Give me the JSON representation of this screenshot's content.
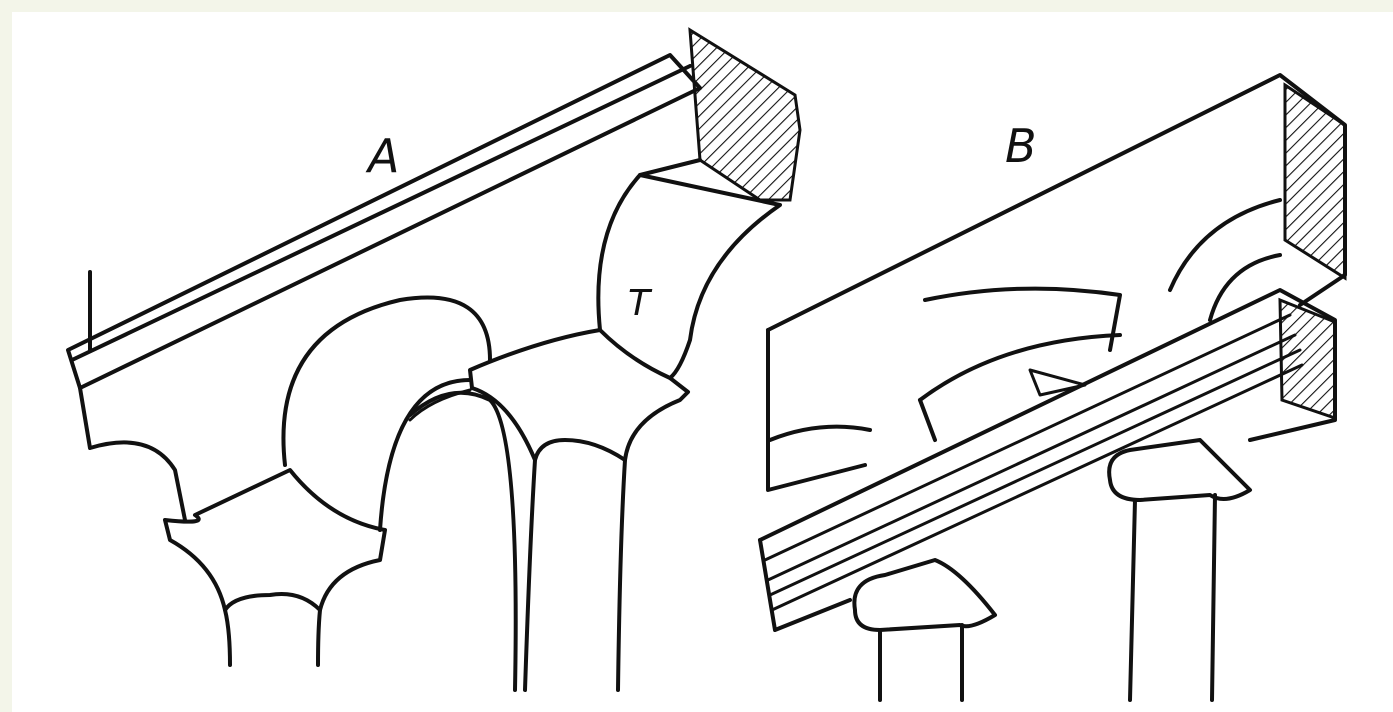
{
  "diagram": {
    "labels": {
      "a": "A",
      "b": "B",
      "t": "T"
    },
    "colors": {
      "ink": "#111111",
      "paper": "#ffffff",
      "border": "#f3f5e9"
    }
  }
}
